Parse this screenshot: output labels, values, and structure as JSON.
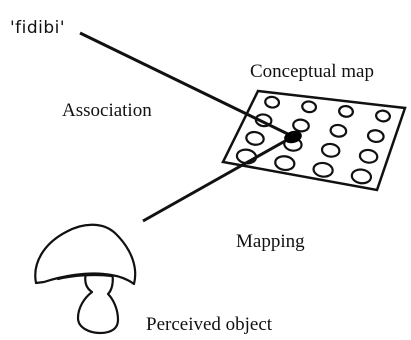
{
  "labels": {
    "word": "'fidibi'",
    "conceptual_map": "Conceptual map",
    "association": "Association",
    "mapping": "Mapping",
    "perceived_object": "Perceived object"
  },
  "grid": {
    "rows": 4,
    "cols": 4,
    "highlighted": {
      "row": 1,
      "col": 1
    }
  }
}
